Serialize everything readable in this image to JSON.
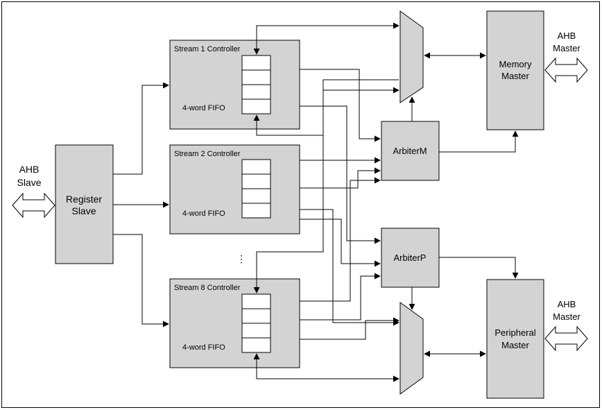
{
  "ahb_slave": {
    "line1": "AHB",
    "line2": "Slave"
  },
  "register_slave": {
    "line1": "Register",
    "line2": "Slave"
  },
  "streams": [
    {
      "title": "Stream 1 Controller",
      "fifo_label": "4-word FIFO"
    },
    {
      "title": "Stream 2 Controller",
      "fifo_label": "4-word FIFO"
    },
    {
      "title": "Stream 8 Controller",
      "fifo_label": "4-word FIFO"
    }
  ],
  "ellipsis": "⋮",
  "arbiter_m": {
    "label": "ArbiterM"
  },
  "arbiter_p": {
    "label": "ArbiterP"
  },
  "memory_master": {
    "line1": "Memory",
    "line2": "Master"
  },
  "peripheral_master": {
    "line1": "Peripheral",
    "line2": "Master"
  },
  "ahb_master_top": {
    "line1": "AHB",
    "line2": "Master"
  },
  "ahb_master_bottom": {
    "line1": "AHB",
    "line2": "Master"
  }
}
